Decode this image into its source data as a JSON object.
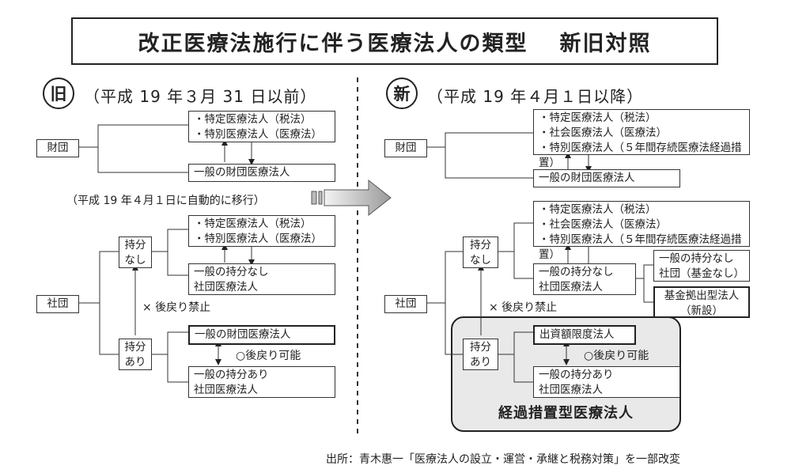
{
  "title": {
    "main": "改正医療法施行に伴う医療法人の類型",
    "sub": "新旧対照"
  },
  "old": {
    "badge": "旧",
    "period": "（平成 19 年３月 31 日以前）",
    "zaidan": "財団",
    "zaidan_top": [
      "・特定医療法人（税法）",
      "・特別医療法人（医療法）"
    ],
    "zaidan_bottom": "一般の財団医療法人",
    "auto_shift": "（平成 19 年４月１日に自動的に移行）",
    "shadan": "社団",
    "mochibun_nashi": [
      "持分",
      "なし"
    ],
    "mochibun_ari": [
      "持分",
      "あり"
    ],
    "nashi_top": [
      "・特定医療法人（税法）",
      "・特別医療法人（医療法）"
    ],
    "nashi_bottom": [
      "一般の持分なし",
      "社団医療法人"
    ],
    "ari_top": "一般の財団医療法人",
    "ari_bottom": [
      "一般の持分あり",
      "社団医療法人"
    ],
    "no_return": "× 後戻り禁止",
    "can_return": "○後戻り可能"
  },
  "new": {
    "badge": "新",
    "period": "（平成 19 年４月１日以降）",
    "zaidan": "財団",
    "zaidan_top": [
      "・特定医療法人（税法）",
      "・社会医療法人（医療法）",
      "・特別医療法人（５年間存続医療法経過措置）"
    ],
    "zaidan_bottom": "一般の財団医療法人",
    "shadan": "社団",
    "mochibun_nashi": [
      "持分",
      "なし"
    ],
    "mochibun_ari": [
      "持分",
      "あり"
    ],
    "nashi_top": [
      "・特定医療法人（税法）",
      "・社会医療法人（医療法）",
      "・特別医療法人（５年間存続医療法経過措置）"
    ],
    "nashi_bottom": [
      "一般の持分なし",
      "社団医療法人"
    ],
    "nashi_side": [
      "一般の持分なし",
      "社団（基金なし）"
    ],
    "kikin": [
      "基金拠出型法人",
      "（新設）"
    ],
    "ari_top": "出資額限度法人",
    "ari_bottom": [
      "一般の持分あり",
      "社団医療法人"
    ],
    "no_return": "× 後戻り禁止",
    "can_return": "○後戻り可能",
    "transitional": "経過措置型医療法人"
  },
  "source": "出所：青木惠一「医療法人の設立・運営・承継と税務対策」を一部改変"
}
